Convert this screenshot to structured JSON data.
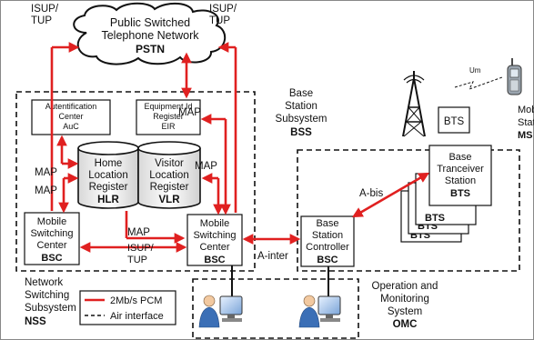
{
  "pstn": {
    "line1": "Public Switched",
    "line2": "Telephone Network",
    "abbr": "PSTN"
  },
  "isup_left": {
    "line1": "ISUP/",
    "line2": "TUP"
  },
  "isup_right": {
    "line1": "ISUP/",
    "line2": "TUP"
  },
  "bss": {
    "line1": "Base",
    "line2": "Station",
    "line3": "Subsystem",
    "abbr": "BSS"
  },
  "auc": {
    "line1": "Autentification",
    "line2": "Center",
    "abbr": "AuC"
  },
  "eir": {
    "line1": "Equipment Id",
    "line2": "Register",
    "abbr": "EIR"
  },
  "hlr": {
    "line1": "Home",
    "line2": "Location",
    "line3": "Register",
    "abbr": "HLR"
  },
  "vlr": {
    "line1": "Visitor",
    "line2": "Location",
    "line3": "Register",
    "abbr": "VLR"
  },
  "msc_left": {
    "line1": "Mobile",
    "line2": "Switching",
    "line3": "Center",
    "abbr": "BSC"
  },
  "msc_right": {
    "line1": "Mobile",
    "line2": "Switching",
    "line3": "Center",
    "abbr": "BSC"
  },
  "bsc": {
    "line1": "Base",
    "line2": "Station",
    "line3": "Controller",
    "abbr": "BSC"
  },
  "bts_front": {
    "line1": "Base",
    "line2": "Tranceiver",
    "line3": "Station",
    "abbr": "BTS"
  },
  "bts_stack": [
    "BTS",
    "BTS",
    "BTS"
  ],
  "bts_tower": "BTS",
  "um": "Um",
  "ms": {
    "line1": "Mobile",
    "line2": "Station",
    "abbr": "MS"
  },
  "labels": {
    "map_eir": "MAP",
    "map_auc": "MAP",
    "map_hlr_left": "MAP",
    "map_vlr_right": "MAP",
    "map_msc": "MAP",
    "isup_msc_line1": "ISUP/",
    "isup_msc_line2": "TUP",
    "a_inter": "A-inter",
    "a_bis": "A-bis"
  },
  "nss": {
    "line1": "Network",
    "line2": "Switching",
    "line3": "Subsystem",
    "abbr": "NSS"
  },
  "omc": {
    "line1": "Operation and",
    "line2": "Monitoring",
    "line3": "System",
    "abbr": "OMC"
  },
  "legend": {
    "pcm": "2Mb/s PCM",
    "air": "Air interface"
  },
  "colors": {
    "pcm_link": "#e02020",
    "air_link": "#111111"
  }
}
